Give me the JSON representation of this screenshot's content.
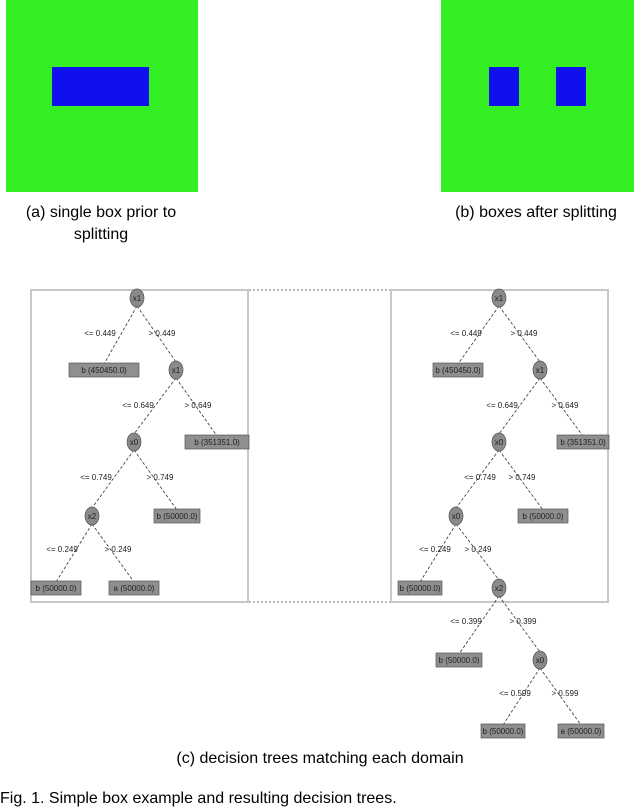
{
  "panel_a": {
    "caption_line1": "(a) single box prior to",
    "caption_line2": "splitting"
  },
  "panel_b": {
    "caption": "(b) boxes after splitting"
  },
  "panel_c": {
    "caption": "(c) decision trees matching each domain"
  },
  "figure": {
    "caption": "Fig. 1. Simple box example and resulting decision trees."
  },
  "colors": {
    "region": "#33ee22",
    "box": "#1010ee",
    "node": "#8a8a8a",
    "leaf": "#8f8f8f",
    "panel_border": "#c8c8c8"
  },
  "tree_left": {
    "nodes": [
      "x1",
      "x1",
      "x0",
      "x2"
    ],
    "leaves": [
      "b (450450.0)",
      "b (351351.0)",
      "b (50000.0)",
      "b (50000.0)",
      "a (50000.0)"
    ],
    "edges": [
      "<= 0.449",
      "> 0.449",
      "<= 0.649",
      "> 0.649",
      "<= 0.749",
      "> 0.749",
      "<= 0.249",
      "> 0.249"
    ]
  },
  "tree_right": {
    "nodes": [
      "x1",
      "x1",
      "x0",
      "x0",
      "x2",
      "x0"
    ],
    "leaves": [
      "b (450450.0)",
      "b (351351.0)",
      "b (50000.0)",
      "b (50000.0)",
      "b (50000.0)",
      "b (50000.0)",
      "a (50000.0)"
    ],
    "edges": [
      "<= 0.449",
      "> 0.449",
      "<= 0.649",
      "> 0.649",
      "<= 0.749",
      "> 0.749",
      "<= 0.249",
      "> 0.249",
      "<= 0.399",
      "> 0.399",
      "<= 0.599",
      "> 0.599"
    ]
  }
}
